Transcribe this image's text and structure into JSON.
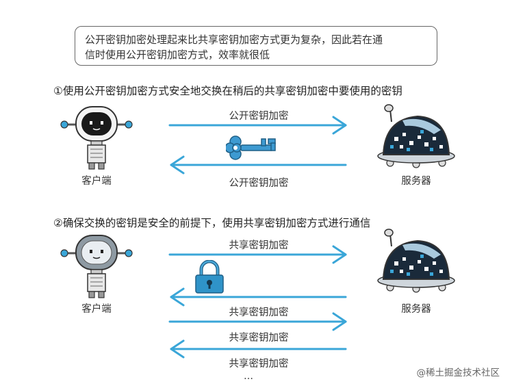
{
  "note": {
    "text_line1": "公开密钥加密处理起来比共享密钥加密方式更为复杂，因此若在通",
    "text_line2": "信时使用公开密钥加密方式，效率就很低"
  },
  "section1": {
    "title": "①使用公开密钥加密方式安全地交换在稍后的共享密钥加密中要使用的密钥",
    "arrow_top_label": "公开密钥加密",
    "arrow_bottom_label": "公开密钥加密",
    "client_label": "客户端",
    "server_label": "服务器"
  },
  "section2": {
    "title": "②确保交换的密钥是安全的前提下，使用共享密钥加密方式进行通信",
    "arrow_labels": [
      "共享密钥加密",
      "共享密钥加密",
      "共享密钥加密",
      "共享密钥加密"
    ],
    "client_label": "客户端",
    "server_label": "服务器",
    "ellipsis": "…"
  },
  "watermark": "@稀土掘金技术社区",
  "colors": {
    "arrow": "#3aa6d8",
    "key": "#3d9ad1",
    "lock": "#2f93c8",
    "server_dark": "#1a2a3a",
    "robot_grey": "#8e9aa3"
  }
}
